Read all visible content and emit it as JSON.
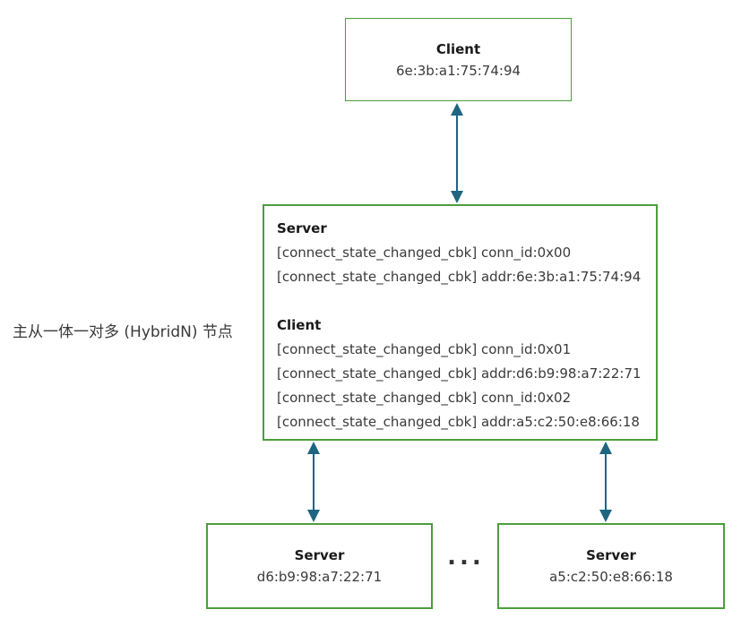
{
  "label": "主从一体一对多 (HybridN) 节点",
  "client_node": {
    "title": "Client",
    "address": "6e:3b:a1:75:74:94"
  },
  "hybrid_node": {
    "server_section": {
      "title": "Server",
      "lines": [
        "[connect_state_changed_cbk] conn_id:0x00",
        "[connect_state_changed_cbk] addr:6e:3b:a1:75:74:94"
      ]
    },
    "client_section": {
      "title": "Client",
      "lines": [
        "[connect_state_changed_cbk] conn_id:0x01",
        "[connect_state_changed_cbk] addr:d6:b9:98:a7:22:71",
        "[connect_state_changed_cbk] conn_id:0x02",
        "[connect_state_changed_cbk] addr:a5:c2:50:e8:66:18"
      ]
    }
  },
  "server_node_1": {
    "title": "Server",
    "address": "d6:b9:98:a7:22:71"
  },
  "server_node_2": {
    "title": "Server",
    "address": "a5:c2:50:e8:66:18"
  },
  "ellipsis": "...",
  "colors": {
    "box_border": "#4c9e3c",
    "arrow": "#1e6581",
    "text": "#3a3a3a",
    "heading": "#1a1a1a"
  }
}
